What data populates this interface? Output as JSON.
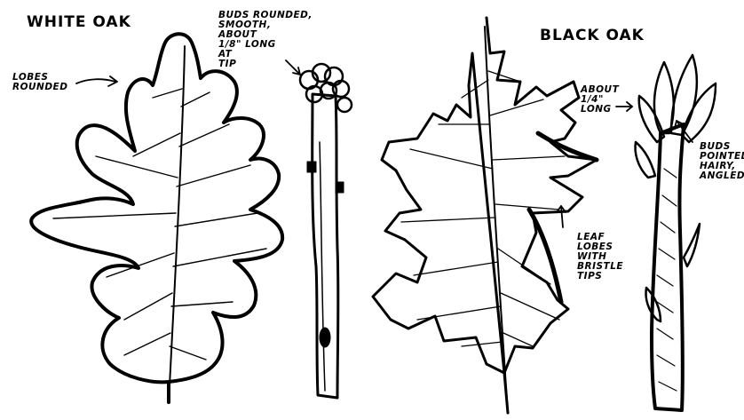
{
  "white_oak": {
    "title": "WHITE OAK",
    "label_lobes": "LOBES\nROUNDED",
    "label_buds": "BUDS ROUNDED,\nSMOOTH,\nABOUT\n1/8\" LONG\nAT\nTIP"
  },
  "black_oak": {
    "title": "BLACK OAK",
    "label_size": "ABOUT\n1/4\"\nLONG",
    "label_buds": "BUDS\nPOINTED,\nHAIRY,\nANGLED",
    "label_lobes": "LEAF\nLOBES\nWITH\nBRISTLE\nTIPS"
  },
  "colors": {
    "ink": "#000000",
    "paper": "#ffffff"
  }
}
